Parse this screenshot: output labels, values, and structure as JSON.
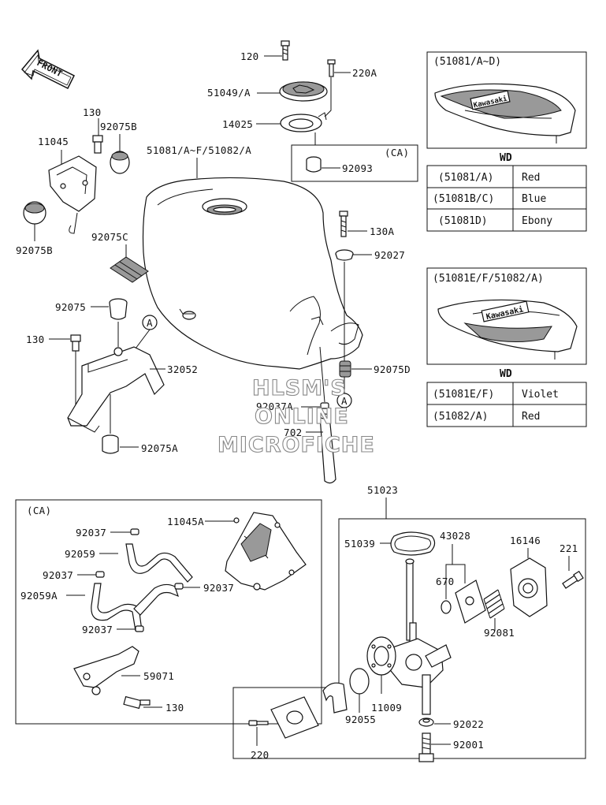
{
  "front_arrow": {
    "label": "FRONT"
  },
  "labels": {
    "p120": "120",
    "p220A": "220A",
    "p51049A": "51049/A",
    "p14025": "14025",
    "p51081": "51081/A~F/51082/A",
    "pCA1": "(CA)",
    "p92093": "92093",
    "p130_1": "130",
    "p92075B_1": "92075B",
    "p11045": "11045",
    "p92075B_2": "92075B",
    "p92075C": "92075C",
    "p130A": "130A",
    "p92027": "92027",
    "p92075": "92075",
    "pA1": "A",
    "p130_2": "130",
    "p32052": "32052",
    "p92075D": "92075D",
    "pA2": "A",
    "p92037A": "92037A",
    "p702": "702",
    "p92075A": "92075A",
    "p51023": "51023",
    "pCA2": "(CA)",
    "p92037_1": "92037",
    "p11045A": "11045A",
    "p92059": "92059",
    "p92037_2": "92037",
    "p92059A": "92059A",
    "p92037_3": "92037",
    "p92037_4": "92037",
    "p59071": "59071",
    "p130_3": "130",
    "p51039": "51039",
    "p43028": "43028",
    "p16146": "16146",
    "p221": "221",
    "p670": "670",
    "p92081": "92081",
    "p11009": "11009",
    "p92055": "92055",
    "p92022": "92022",
    "p92001": "92001",
    "p220": "220"
  },
  "colors_box_1": {
    "heading": "(51081/A~D)",
    "caption": "WD",
    "rows": [
      {
        "code": "(51081/A)",
        "color": "Red"
      },
      {
        "code": "(51081B/C)",
        "color": "Blue"
      },
      {
        "code": "(51081D)",
        "color": "Ebony"
      }
    ]
  },
  "colors_box_2": {
    "heading": "(51081E/F/51082/A)",
    "caption": "WD",
    "rows": [
      {
        "code": "(51081E/F)",
        "color": "Violet"
      },
      {
        "code": "(51082/A)",
        "color": "Red"
      }
    ]
  },
  "tank_brand": "Kawasaki",
  "watermark": {
    "line1": "HLSM'S",
    "line2": "ONLINE",
    "line3": "MICROFICHE"
  }
}
